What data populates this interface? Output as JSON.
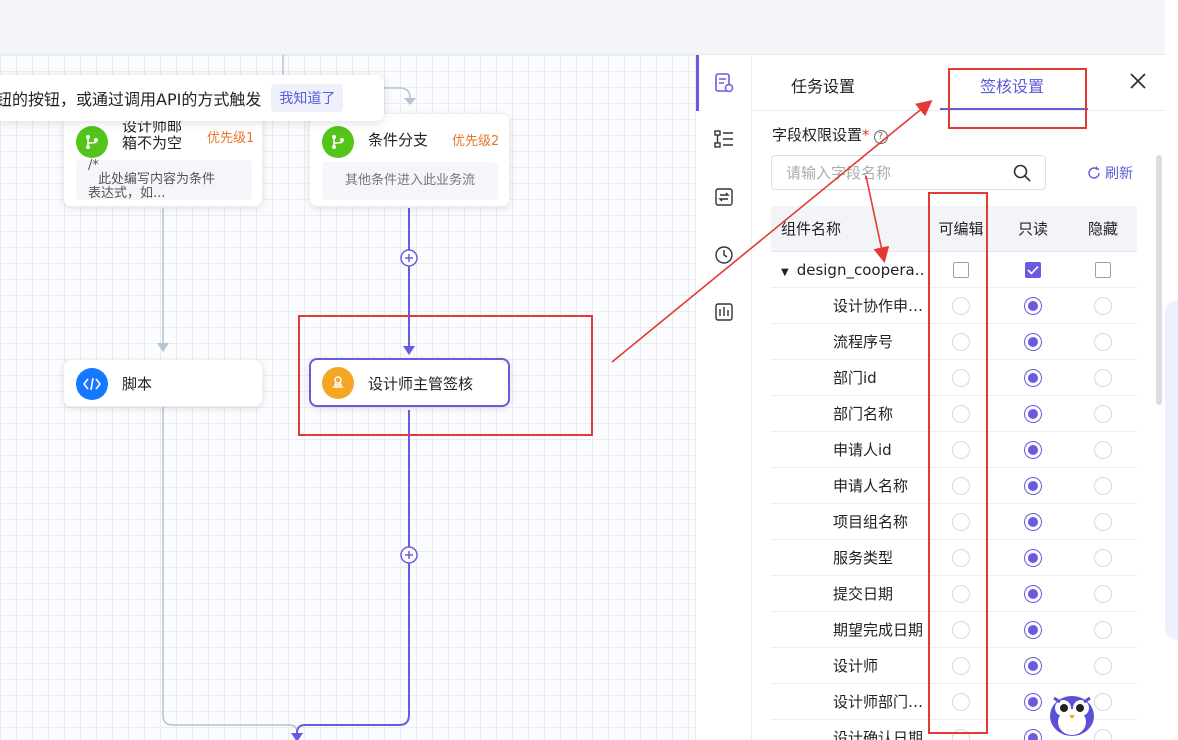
{
  "tooltip": {
    "text": "钮的按钮，或通过调用API的方式触发",
    "confirm_label": "我知道了"
  },
  "nodes": {
    "branch1": {
      "title_line1": "设计师邮",
      "title_line2": "箱不为空",
      "priority": "优先级1",
      "cond_star": "/*",
      "cond_text1": "此处编写内容为条件",
      "cond_text2": "表达式，如..."
    },
    "branch2": {
      "title": "条件分支",
      "priority": "优先级2",
      "cond_text": "其他条件进入此业务流"
    },
    "script": {
      "title": "脚本"
    },
    "approval": {
      "title": "设计师主管签核"
    }
  },
  "panel": {
    "tabs": [
      {
        "label": "任务设置",
        "active": false
      },
      {
        "label": "签核设置",
        "active": true
      }
    ],
    "field_perm_label": "字段权限设置",
    "required_mark": "*",
    "help_glyph": "?",
    "search_placeholder": "请输入字段名称",
    "refresh_label": "刷新",
    "table": {
      "headers": [
        "组件名称",
        "可编辑",
        "只读",
        "隐藏"
      ],
      "group": {
        "name": "design_coopera…",
        "editable": false,
        "readonly": true,
        "hidden": false
      },
      "rows": [
        {
          "name": "设计协作申…",
          "perm": "readonly"
        },
        {
          "name": "流程序号",
          "perm": "readonly"
        },
        {
          "name": "部门id",
          "perm": "readonly"
        },
        {
          "name": "部门名称",
          "perm": "readonly"
        },
        {
          "name": "申请人id",
          "perm": "readonly"
        },
        {
          "name": "申请人名称",
          "perm": "readonly"
        },
        {
          "name": "项目组名称",
          "perm": "readonly"
        },
        {
          "name": "服务类型",
          "perm": "readonly"
        },
        {
          "name": "提交日期",
          "perm": "readonly"
        },
        {
          "name": "期望完成日期",
          "perm": "readonly"
        },
        {
          "name": "设计师",
          "perm": "readonly"
        },
        {
          "name": "设计师部门…",
          "perm": "readonly"
        },
        {
          "name": "设计确认日期",
          "perm": "readonly"
        }
      ]
    }
  },
  "colors": {
    "accent": "#6a5ae0",
    "annotation_red": "#e53935",
    "branch_icon": "#52c41a",
    "script_icon": "#1677ff",
    "approval_icon": "#f5a623",
    "priority": "#e8772e"
  }
}
